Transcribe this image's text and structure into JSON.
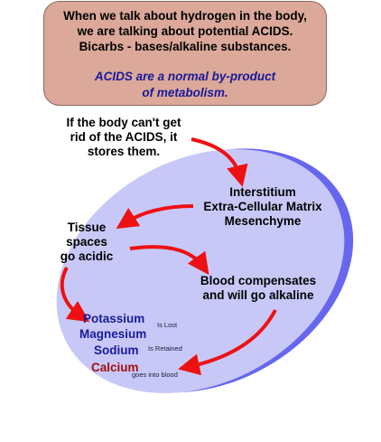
{
  "colors": {
    "callout_fill": "#dba899",
    "blob_fill": "#c8c8f8",
    "blob_shadow": "#6666ee",
    "arrow": "#ee1111",
    "accent_blue": "#1a1a99",
    "calcium": "#a01010"
  },
  "callout": {
    "line1": "When we talk about hydrogen in the body,",
    "line2": "we are talking about potential ACIDS.",
    "line3": "Bicarbs - bases/alkaline substances.",
    "accent1": "ACIDS are a normal by-product",
    "accent2": "of metabolism."
  },
  "labels": {
    "storage": [
      "If the body can't get",
      "rid of the ACIDS, it",
      "stores them."
    ],
    "interstitium": [
      "Interstitium",
      "Extra-Cellular Matrix",
      "Mesenchyme"
    ],
    "tissue": [
      "Tissue",
      "spaces",
      "go acidic"
    ],
    "blood": [
      "Blood compensates",
      "and will go alkaline"
    ]
  },
  "minerals": {
    "potassium": "Potassium",
    "potassium_note": "Is Lost",
    "magnesium": "Magnesium",
    "sodium": "Sodium",
    "sodium_note": "Is Retained",
    "calcium": "Calcium",
    "calcium_note": "goes into blood"
  },
  "arrows": [
    {
      "name": "arrow-storage-to-interstitium",
      "from": "storage",
      "to": "interstitium"
    },
    {
      "name": "arrow-interstitium-to-tissue",
      "from": "interstitium",
      "to": "tissue"
    },
    {
      "name": "arrow-tissue-to-blood",
      "from": "tissue",
      "to": "blood"
    },
    {
      "name": "arrow-tissue-to-minerals",
      "from": "tissue",
      "to": "minerals"
    },
    {
      "name": "arrow-blood-to-calcium",
      "from": "blood",
      "to": "calcium"
    }
  ]
}
